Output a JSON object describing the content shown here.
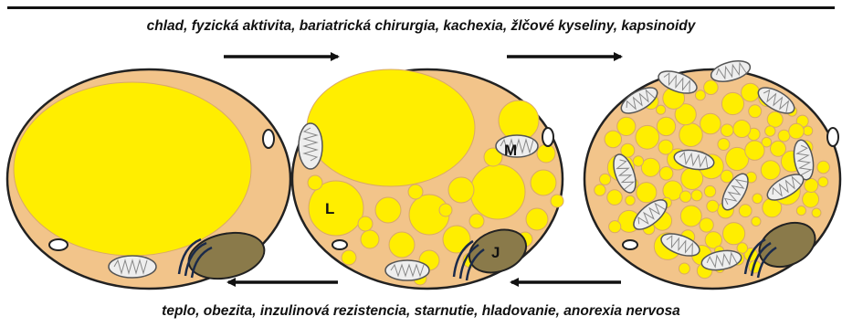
{
  "captions": {
    "top": "chlad, fyzická aktivita, bariatrická chirurgia, kachexia, žlčové kyseliny, kapsinoidy",
    "bottom": "teplo, obezita, inzulinová rezistencia, starnutie, hladovanie, anorexia nervosa"
  },
  "labels": {
    "lipid": "L",
    "mitochondrion": "M",
    "nucleus": "J"
  },
  "colors": {
    "cytoplasm": "#f2c48a",
    "lipid": "#ffee00",
    "nucleus": "#8a7a4a",
    "outline": "#222222",
    "mitochondrion": "#eeeeee"
  }
}
